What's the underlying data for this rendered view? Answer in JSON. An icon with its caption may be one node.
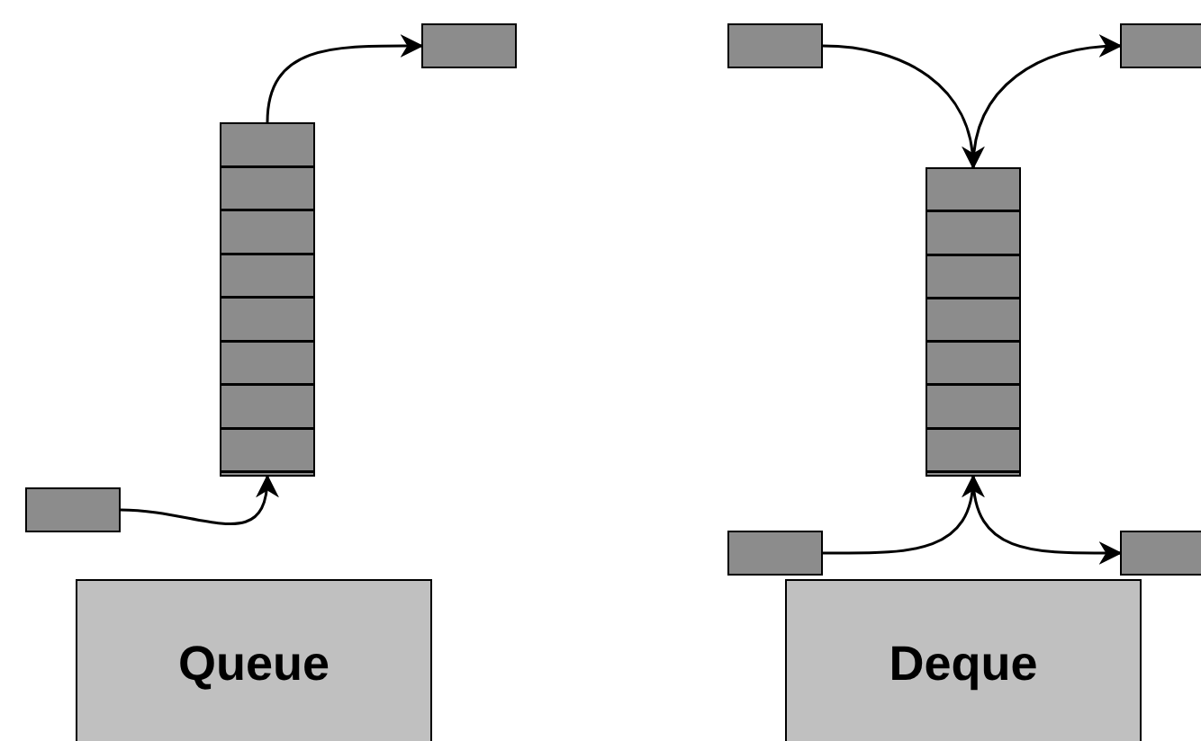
{
  "diagram": {
    "nodes": [
      {
        "text": [],
        "shape": "box"
      },
      {
        "text": [],
        "shape": "box"
      },
      {
        "text": [],
        "shape": "box"
      },
      {
        "text": [],
        "shape": "box"
      },
      {
        "text": [],
        "shape": "box"
      },
      {
        "text": [],
        "shape": "box"
      },
      {
        "text": [],
        "shape": "box"
      },
      {
        "text": [],
        "shape": "box"
      },
      {
        "text": [
          "Queue"
        ]
      },
      {
        "text": [
          "Deque"
        ]
      }
    ],
    "edges": [
      {
        "from": 2,
        "to": 1,
        "arrow": "to"
      },
      {
        "from": 1,
        "to": 0,
        "arrow": "to"
      },
      {
        "from": 3,
        "to": 5,
        "arrow": "to"
      },
      {
        "from": 5,
        "to": 4,
        "arrow": "to"
      },
      {
        "from": 6,
        "to": 5,
        "arrow": "to"
      },
      {
        "from": 5,
        "to": 7,
        "arrow": "to"
      }
    ]
  }
}
